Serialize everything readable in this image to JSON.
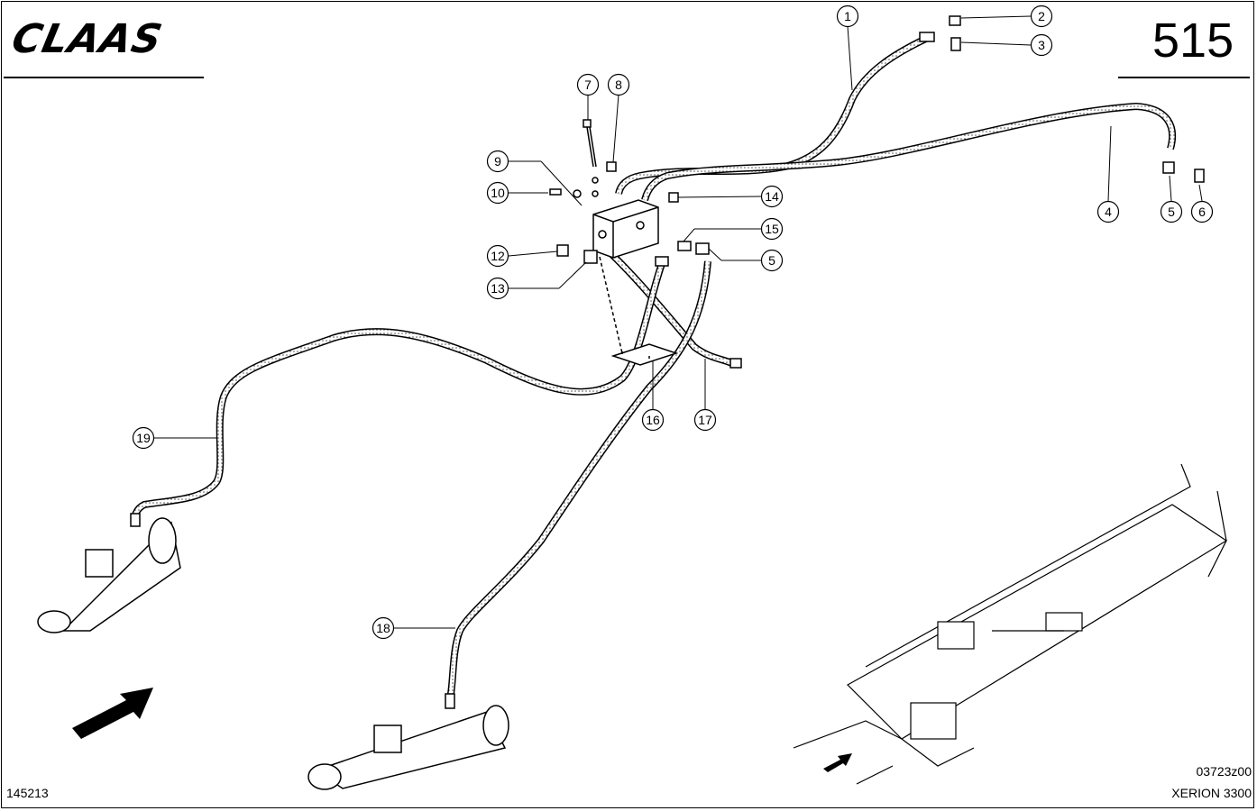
{
  "header": {
    "brand_logo": "CLAAS",
    "page_number": "515"
  },
  "footer": {
    "drawing_id": "145213",
    "image_code": "03723z00",
    "model": "XERION 3300"
  },
  "callouts": [
    "1",
    "2",
    "3",
    "4",
    "5",
    "6",
    "7",
    "8",
    "9",
    "10",
    "12",
    "13",
    "14",
    "15",
    "5",
    "16",
    "17",
    "18",
    "19"
  ],
  "style": {
    "line_color": "#000000",
    "hose_fill": "#bdbdbd",
    "background": "#ffffff"
  },
  "icons": {
    "direction_arrow": "arrow-icon"
  }
}
